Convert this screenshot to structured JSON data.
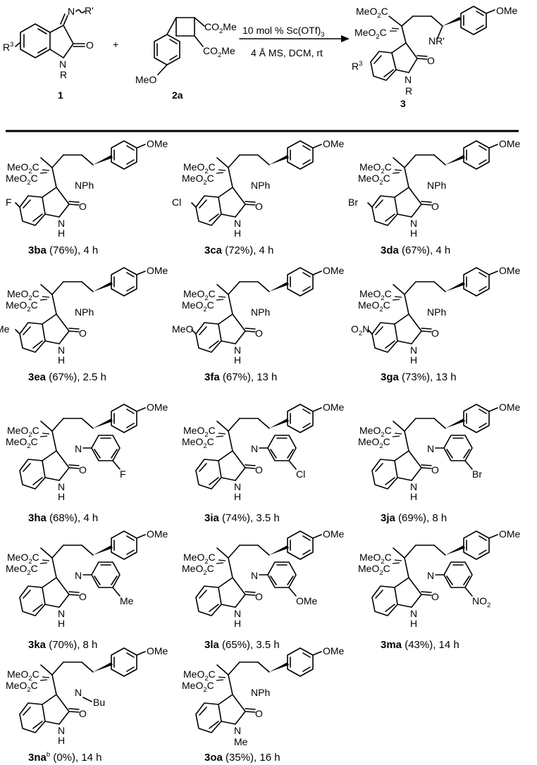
{
  "scheme": {
    "reactant_1": {
      "number": "1",
      "label_N": "N",
      "label_Rp": "R'",
      "label_R3": "R",
      "label_R3_sup": "3",
      "label_O": "O",
      "label_Nring": "N",
      "label_R": "R"
    },
    "plus": "+",
    "reactant_2": {
      "number": "2a",
      "label_CO2Me_1": "CO",
      "label_CO2Me_1_sub": "2",
      "label_CO2Me_1_end": "Me",
      "label_CO2Me_2": "CO",
      "label_CO2Me_2_sub": "2",
      "label_CO2Me_2_end": "Me",
      "label_MeO": "MeO"
    },
    "conditions_above": "10 mol % Sc(OTf)",
    "conditions_above_sub": "3",
    "conditions_below": "4 Å MS,  DCM, rt",
    "product": {
      "number": "3",
      "label_OMe": "OMe",
      "label_MeO2C_1": "MeO",
      "label_MeO2C_1_sub": "2",
      "label_MeO2C_1_end": "C",
      "label_MeO2C_2": "MeO",
      "label_MeO2C_2_sub": "2",
      "label_MeO2C_2_end": "C",
      "label_NR": "NR'",
      "label_R3": "R",
      "label_R3_sup": "3",
      "label_O": "O",
      "label_N": "N",
      "label_R": "R"
    }
  },
  "common": {
    "MeO": "MeO",
    "sub2": "2",
    "C": "C",
    "OMe": "OMe",
    "O": "O",
    "N": "N",
    "H": "H",
    "NPh": "NPh"
  },
  "compounds": [
    {
      "id": "3ba",
      "yield": " (76%), 4 h",
      "sub": "F",
      "nsub": "NPh"
    },
    {
      "id": "3ca",
      "yield": " (72%), 4 h",
      "sub": "Cl",
      "nsub": "NPh"
    },
    {
      "id": "3da",
      "yield": " (67%), 4 h",
      "sub": "Br",
      "nsub": "NPh"
    },
    {
      "id": "3ea",
      "yield": " (67%), 2.5 h",
      "sub": "Me",
      "nsub": "NPh"
    },
    {
      "id": "3fa",
      "yield": " (67%), 13 h",
      "sub": "MeO",
      "nsub": "NPh"
    },
    {
      "id": "3ga",
      "yield": " (73%), 13 h",
      "sub": "O",
      "sub_sub": "2",
      "sub_end": "N",
      "nsub": "NPh"
    },
    {
      "id": "3ha",
      "yield": " (68%), 4 h",
      "aryl": "F"
    },
    {
      "id": "3ia",
      "yield": " (74%), 3.5 h",
      "aryl": "Cl"
    },
    {
      "id": "3ja",
      "yield": " (69%), 8 h",
      "aryl": "Br"
    },
    {
      "id": "3ka",
      "yield": " (70%), 8 h",
      "aryl": "Me"
    },
    {
      "id": "3la",
      "yield": " (65%), 3.5 h",
      "aryl": "OMe"
    },
    {
      "id": "3ma",
      "yield": " (43%), 14 h",
      "aryl": "NO",
      "aryl_sub": "2"
    },
    {
      "id": "3na",
      "id_sup": "b",
      "yield": " (0%), 14 h",
      "nsub": "N",
      "nbu": "Bu"
    },
    {
      "id": "3oa",
      "yield": " (35%), 16 h",
      "nsub": "NPh",
      "nme": "Me"
    }
  ]
}
